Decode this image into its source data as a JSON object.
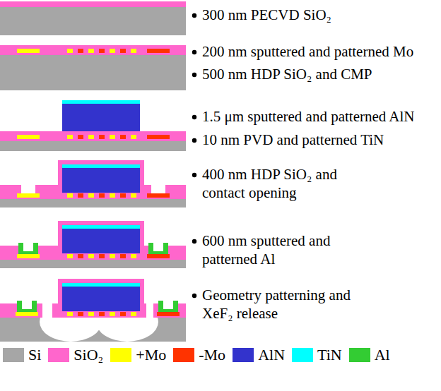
{
  "diagram": {
    "labels": [
      "300 nm PECVD SiO₂",
      "200 nm sputtered and patterned Mo",
      "500 nm HDP SiO₂ and CMP",
      "1.5 μm sputtered and patterned AlN",
      "10 nm PVD and patterned TiN",
      "400 nm HDP SiO₂ and contact opening",
      "600 nm sputtered and patterned Al",
      "Geometry patterning and XeF₂ release"
    ],
    "legend": [
      {
        "text": "Si",
        "color": "#a6a6a6"
      },
      {
        "text": "SiO₂",
        "color": "#ff66cc"
      },
      {
        "text": "+Mo",
        "color": "#ffff00"
      },
      {
        "text": "-Mo",
        "color": "#ff3300"
      },
      {
        "text": "AlN",
        "color": "#3333cc"
      },
      {
        "text": "TiN",
        "color": "#00ffff"
      },
      {
        "text": "Al",
        "color": "#33cc33"
      }
    ]
  }
}
